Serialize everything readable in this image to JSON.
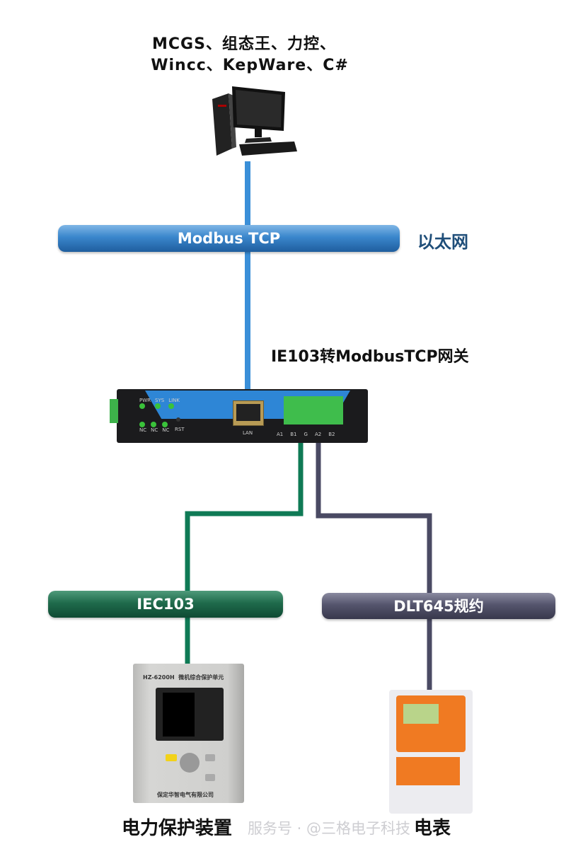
{
  "header": {
    "line1": "MCGS、组态王、力控、",
    "line2": "Wincc、KepWare、C#"
  },
  "network": {
    "bus_label": "Modbus TCP",
    "network_type": "以太网"
  },
  "gateway": {
    "title": "IE103转ModbusTCP网关",
    "leds": [
      "PWR",
      "SYS",
      "LINK"
    ],
    "leds_nc": [
      "NC",
      "NC",
      "NC"
    ],
    "reset": "RST",
    "lan": "LAN",
    "terminals": [
      "A1",
      "B1",
      "G",
      "A2",
      "B2"
    ]
  },
  "buses": {
    "iec": "IEC103",
    "dlt": "DLT645规约"
  },
  "devices": {
    "relay": {
      "label": "电力保护装置",
      "model": "HZ-6200H  微机综合保护单元",
      "maker": "保定华智电气有限公司"
    },
    "meter": {
      "label": "电表"
    }
  },
  "watermark": "服务号 · @三格电子科技",
  "colors": {
    "ethernet": "#3a8fd8",
    "iec_line": "#0f7a55",
    "dlt_line": "#4a4a63",
    "network_type": "#1f4e79"
  }
}
